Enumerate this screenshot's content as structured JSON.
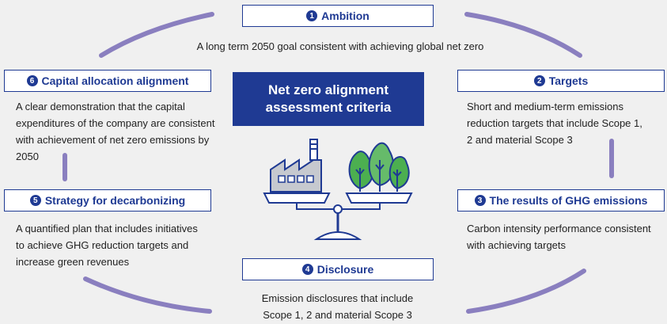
{
  "center": {
    "title_line1": "Net zero alignment",
    "title_line2": "assessment criteria"
  },
  "criteria": [
    {
      "number": "1",
      "title": "Ambition",
      "description": "A long term 2050 goal consistent with achieving global net zero"
    },
    {
      "number": "2",
      "title": "Targets",
      "description_lines": [
        "Short and medium-term emissions",
        "reduction targets that include Scope 1,",
        "2 and material Scope 3"
      ]
    },
    {
      "number": "3",
      "title": "The results of GHG emissions",
      "description_lines": [
        "Carbon intensity performance consistent",
        "with achieving targets"
      ]
    },
    {
      "number": "4",
      "title": "Disclosure",
      "description_lines": [
        "Emission disclosures that include",
        "Scope 1, 2 and material Scope 3"
      ]
    },
    {
      "number": "5",
      "title": "Strategy for decarbonizing",
      "description_lines": [
        "A quantified plan that includes initiatives",
        "to achieve GHG reduction targets and",
        "increase green revenues"
      ]
    },
    {
      "number": "6",
      "title": "Capital allocation alignment",
      "description_lines": [
        "A clear demonstration that the capital",
        "expenditures of the company are consistent",
        "with achievement of net zero emissions by",
        "2050"
      ]
    }
  ],
  "colors": {
    "brand_blue": "#1f3a93",
    "arc_purple": "#8a7fbf",
    "factory_gray": "#8a8f9a",
    "tree_green": "#4caf50",
    "background": "#f0f0f0"
  },
  "icons": {
    "illustration": "balance-scale-factory-trees-icon"
  }
}
